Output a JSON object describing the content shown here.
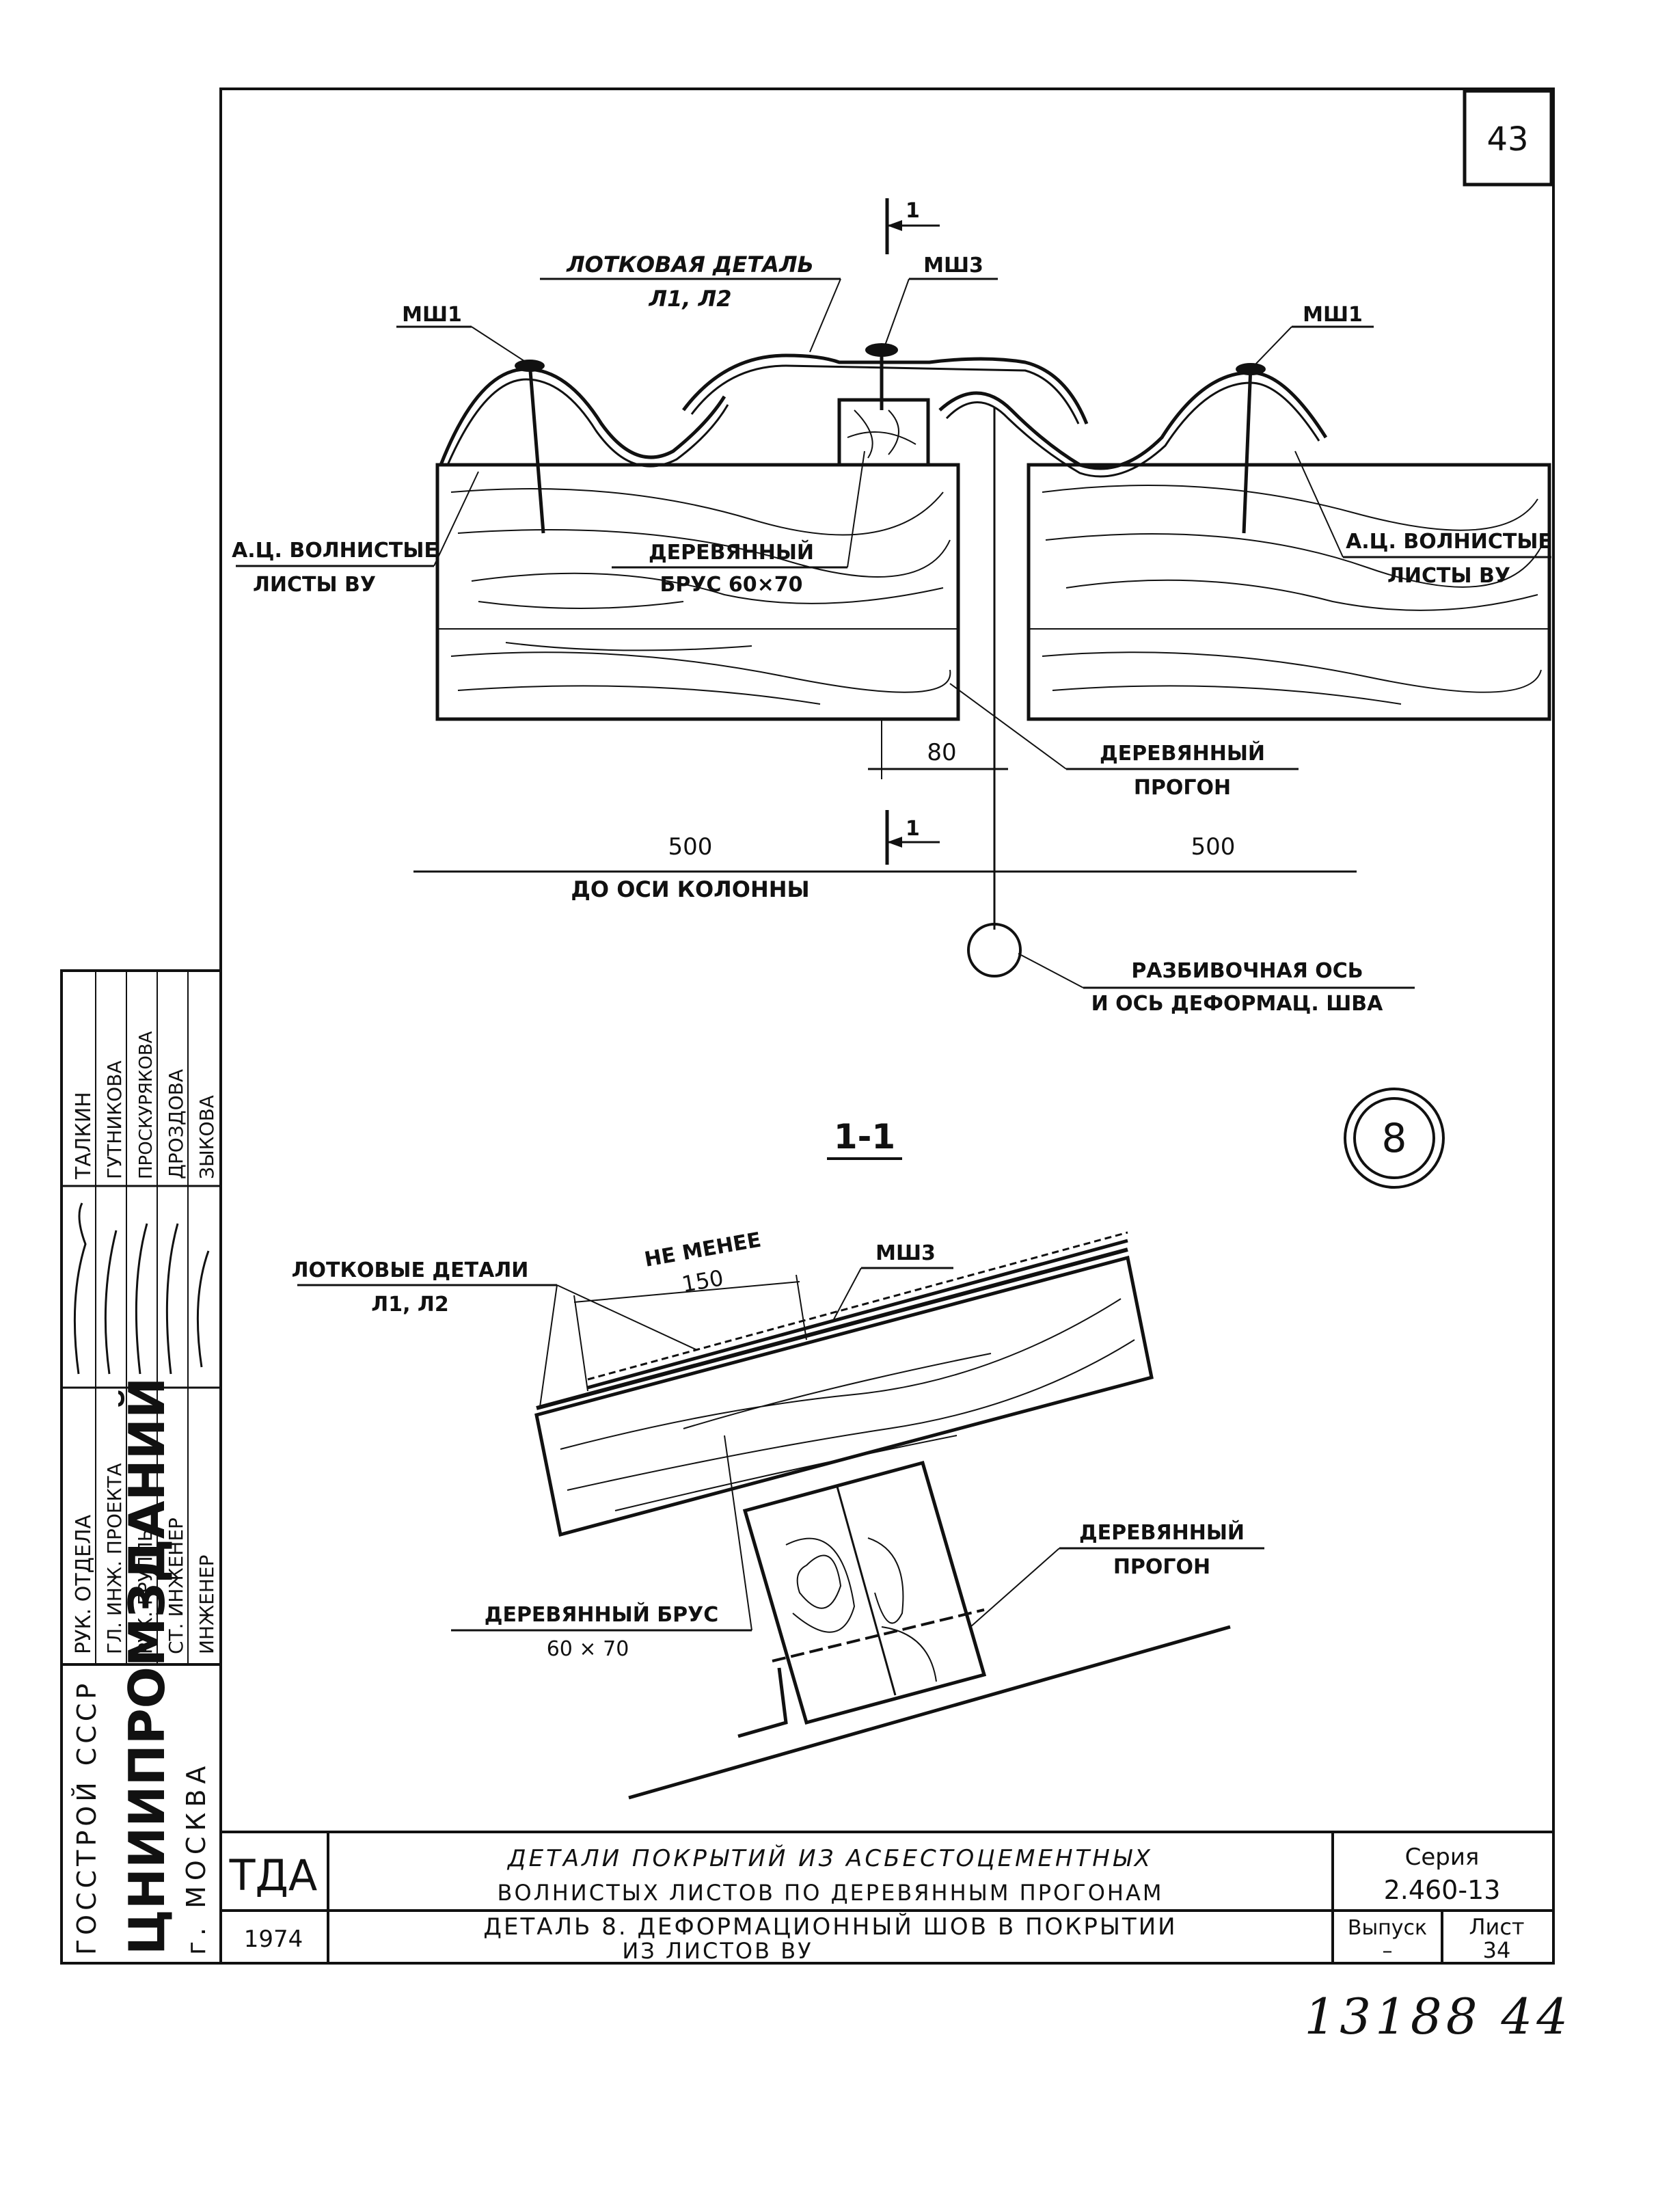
{
  "sheet_corner_number": "43",
  "plan_view": {
    "section_mark_top": "1",
    "section_mark_bottom": "1",
    "label_tray_detail": "ЛОТКОВАЯ ДЕТАЛЬ",
    "label_tray_codes": "Л1, Л2",
    "label_msh3": "МШ3",
    "label_msh1_left": "МШ1",
    "label_msh1_right": "МШ1",
    "label_sheets_left_1": "А.Ц. ВОЛНИСТЫЕ",
    "label_sheets_left_2": "ЛИСТЫ ВУ",
    "label_sheets_right_1": "А.Ц. ВОЛНИСТЫЕ",
    "label_sheets_right_2": "ЛИСТЫ ВУ",
    "label_beam_1": "ДЕРЕВЯННЫЙ",
    "label_beam_2": "БРУС 60×70",
    "label_purlin_1": "ДЕРЕВЯННЫЙ",
    "label_purlin_2": "ПРОГОН",
    "dim_gap": "80",
    "dim_left": "500",
    "dim_right": "500",
    "label_to_column_axis": "ДО ОСИ КОЛОННЫ",
    "label_axis_1": "РАЗБИВОЧНАЯ ОСЬ",
    "label_axis_2": "И ОСЬ ДЕФОРМАЦ. ШВА"
  },
  "section_view": {
    "title": "1-1",
    "detail_number": "8",
    "label_tray_details": "ЛОТКОВЫЕ ДЕТАЛИ",
    "label_tray_codes": "Л1, Л2",
    "label_min": "НЕ МЕНЕЕ",
    "label_min_value": "150",
    "label_msh3": "МШ3",
    "label_purlin_1": "ДЕРЕВЯННЫЙ",
    "label_purlin_2": "ПРОГОН",
    "label_beam_1": "ДЕРЕВЯННЫЙ БРУС",
    "label_beam_2": "60 × 70"
  },
  "side_stamp": {
    "org_line1": "ГОССТРОЙ СССР",
    "org_line2": "ЦНИИПРОМЗДАНИЙ",
    "org_line3": "г. МОСКВА",
    "roles": [
      "РУК. ОТДЕЛА",
      "ГЛ. ИНЖ. ПРОЕКТА",
      "РУК. ГРУППЫ",
      "СТ. ИНЖЕНЕР",
      "ИНЖЕНЕР"
    ],
    "names": [
      "ТАЛКИН",
      "ГУТНИКОВА",
      "ПРОСКУРЯКОВА",
      "ДРОЗДОВА",
      "ЗЫКОВА"
    ]
  },
  "title_block": {
    "code": "ТДА",
    "year": "1974",
    "title_line1": "ДЕТАЛИ ПОКРЫТИЙ ИЗ АСБЕСТОЦЕМЕНТНЫХ",
    "title_line2": "ВОЛНИСТЫХ ЛИСТОВ ПО ДЕРЕВЯННЫМ ПРОГОНАМ",
    "subtitle_line1": "ДЕТАЛЬ 8. ДЕФОРМАЦИОННЫЙ ШОВ В ПОКРЫТИИ",
    "subtitle_line2": "ИЗ ЛИСТОВ ВУ",
    "series_label": "Серия",
    "series_value": "2.460-13",
    "issue_label": "Выпуск",
    "issue_value": "–",
    "sheet_label": "Лист",
    "sheet_value": "34"
  },
  "bottom_handwritten": "13188 44"
}
